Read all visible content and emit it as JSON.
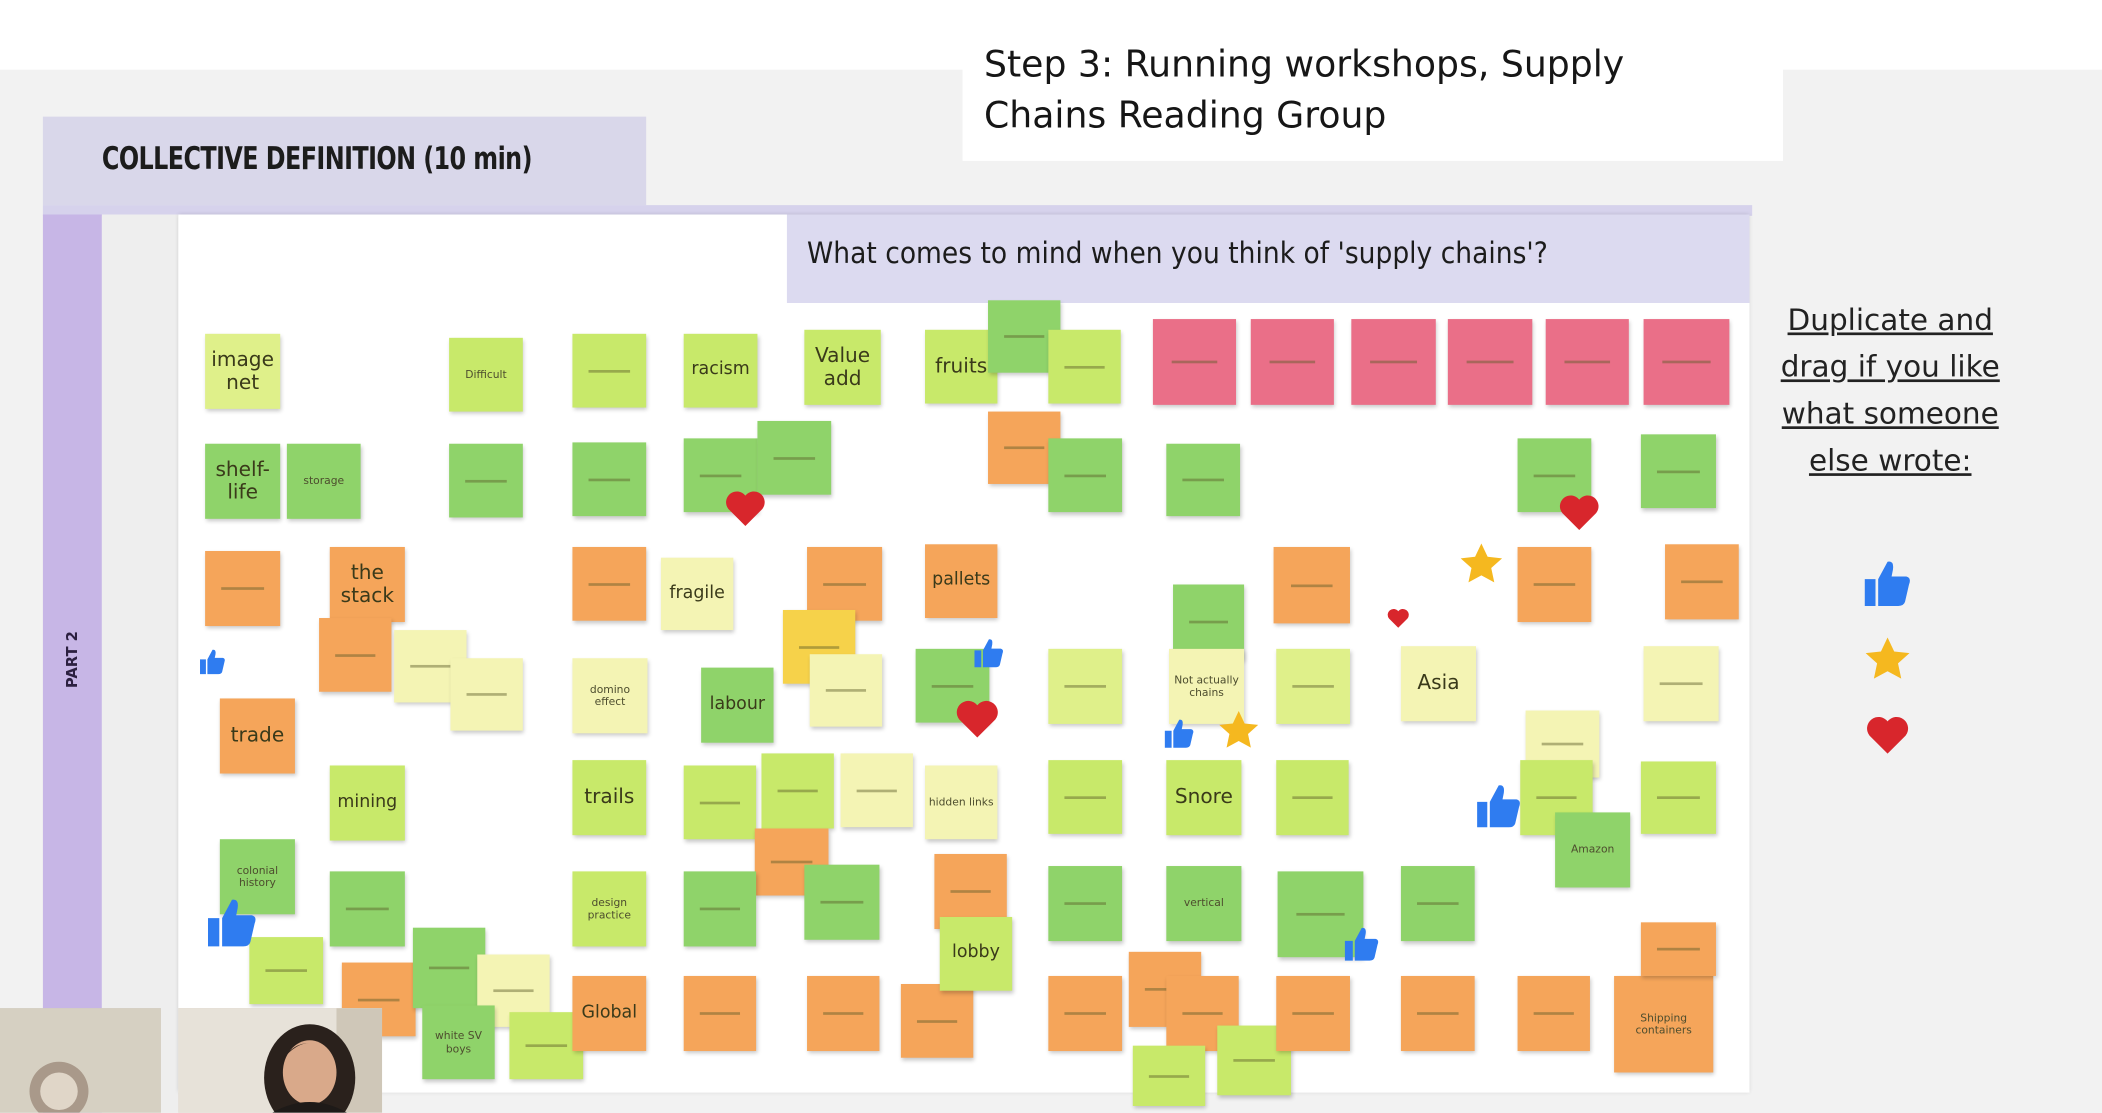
{
  "header": {
    "step_title": "Step 3: Running workshops, Supply Chains Reading Group",
    "section_title": "COLLECTIVE DEFINITION (10 min)",
    "part_label": "PART 2",
    "question": "What comes to mind when you think of 'supply chains'?"
  },
  "sidebar": {
    "instruction": "Duplicate and drag if you like what someone else wrote:",
    "reaction_icons": [
      "thumbs-up-icon",
      "star-icon",
      "heart-icon"
    ]
  },
  "colors": {
    "green": "#8fd36a",
    "light_green": "#c8e96a",
    "yellow_green": "#dff08a",
    "pale_yellow": "#f4f4b4",
    "orange": "#f5a55a",
    "pink": "#ea6f88",
    "thumbs_up": "#2f7cf0",
    "star": "#f5b81f",
    "heart": "#d8262c"
  },
  "notes": [
    {
      "text": "image net"
    },
    {
      "text": "Difficult"
    },
    {
      "text": "racism"
    },
    {
      "text": "Value add"
    },
    {
      "text": "fruits"
    },
    {
      "text": "shelf-life"
    },
    {
      "text": "storage"
    },
    {
      "text": "the stack"
    },
    {
      "text": "fragile"
    },
    {
      "text": "pallets"
    },
    {
      "text": "trade"
    },
    {
      "text": "domino effect"
    },
    {
      "text": "labour"
    },
    {
      "text": "Not actually chains"
    },
    {
      "text": "Asia"
    },
    {
      "text": "mining"
    },
    {
      "text": "trails"
    },
    {
      "text": "hidden links"
    },
    {
      "text": "Snore"
    },
    {
      "text": "colonial history"
    },
    {
      "text": "design practice"
    },
    {
      "text": "vertical"
    },
    {
      "text": "Amazon"
    },
    {
      "text": "lobby"
    },
    {
      "text": "Global"
    },
    {
      "text": "white SV boys"
    },
    {
      "text": "Shipping containers"
    }
  ],
  "webcam": {
    "alt": "participant video"
  }
}
